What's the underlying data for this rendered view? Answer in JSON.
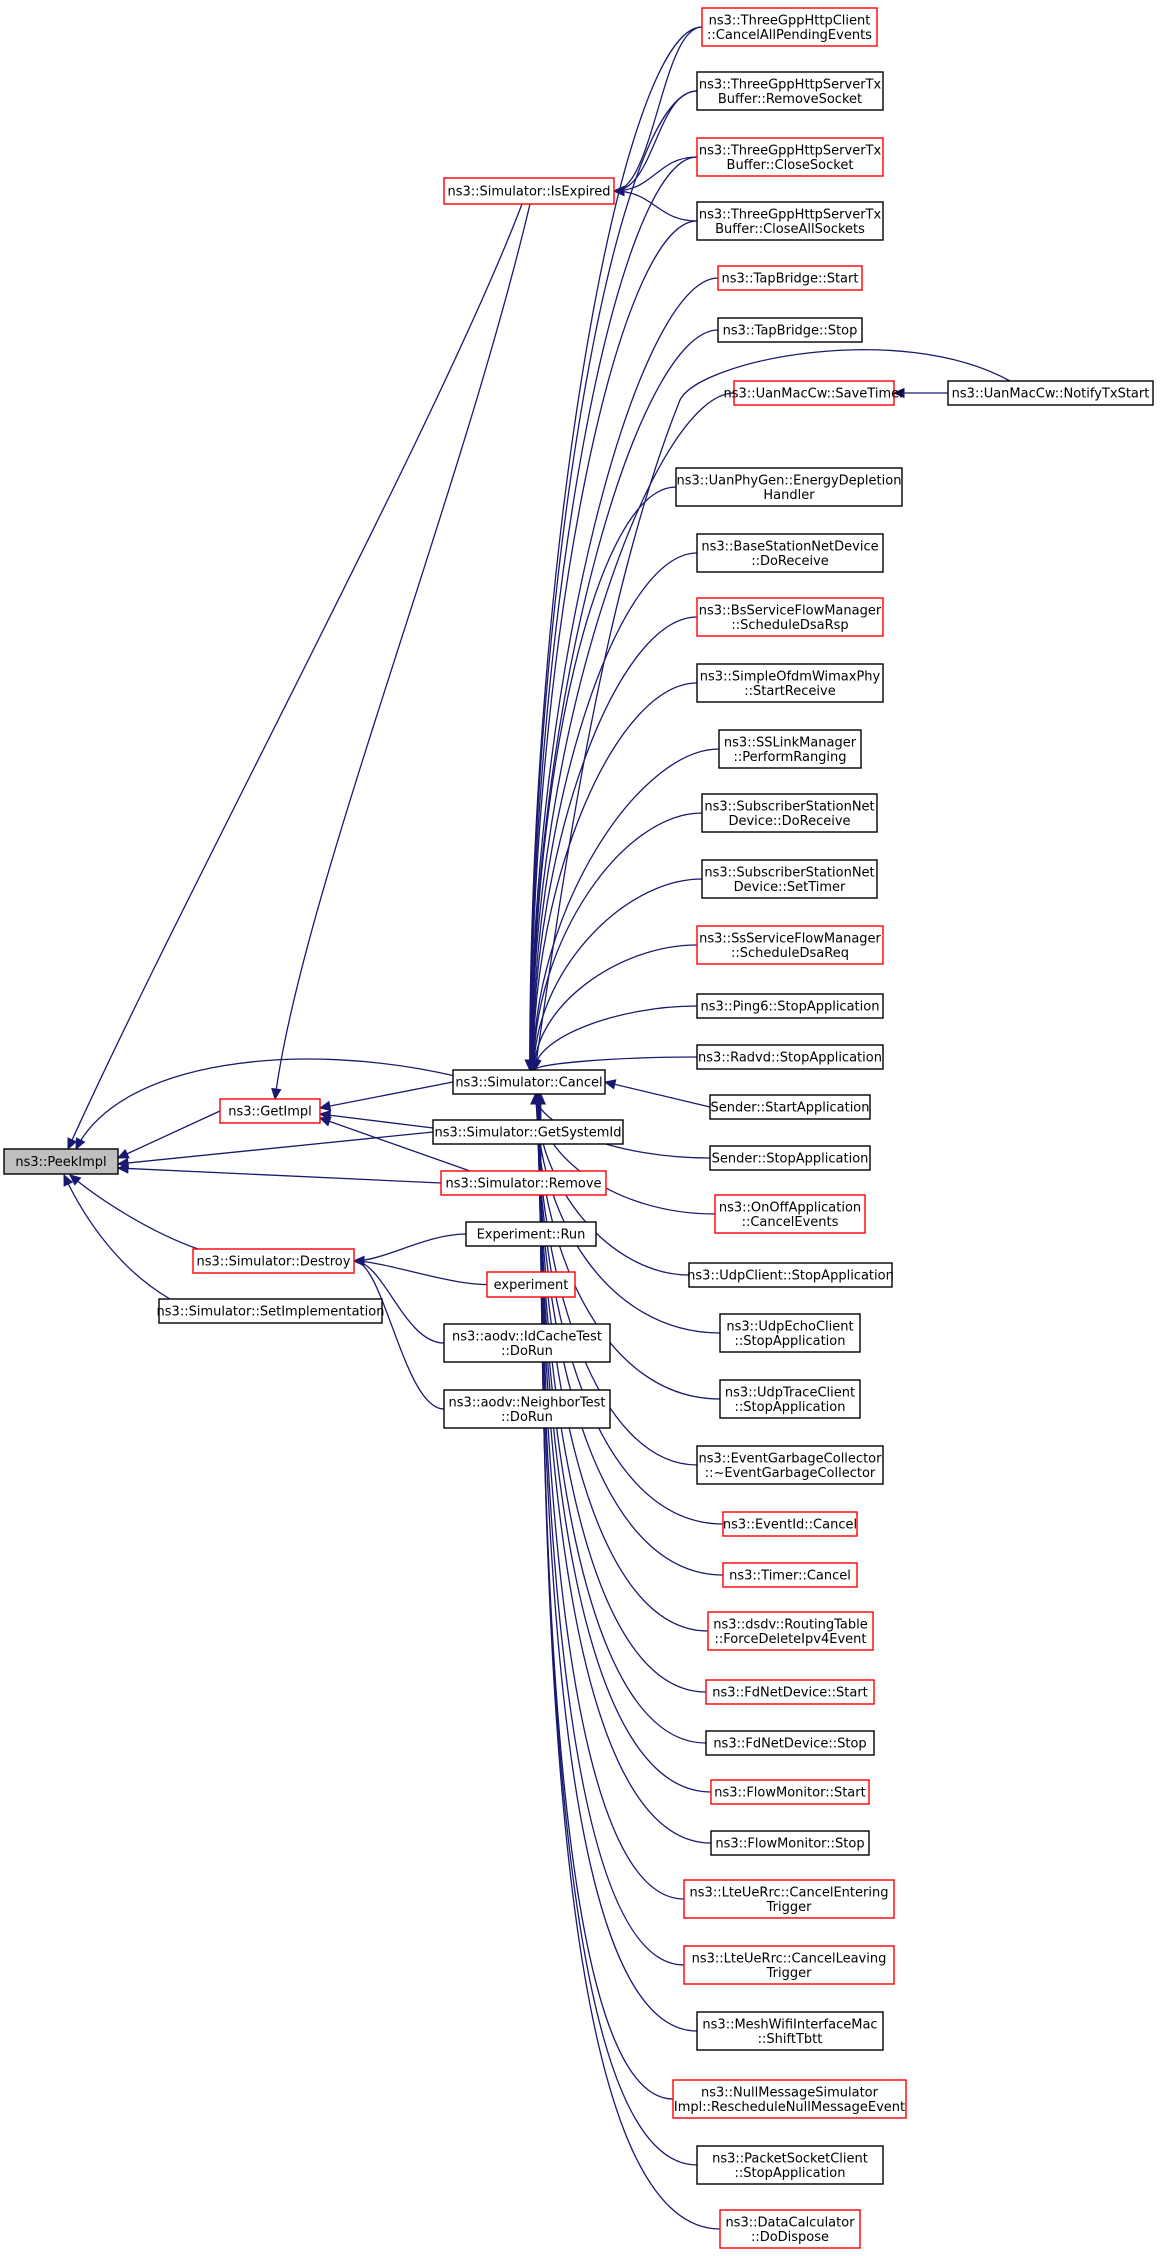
{
  "diagram": {
    "edge_color": "#191970",
    "node_border_black": "#000000",
    "node_border_red": "#ff0000",
    "root_fill": "#bfbfbf",
    "nodes": [
      {
        "id": "peekimpl",
        "lines": [
          "ns3::PeekImpl"
        ],
        "border": "root"
      },
      {
        "id": "getimpl",
        "lines": [
          "ns3::GetImpl"
        ],
        "border": "red"
      },
      {
        "id": "destroy",
        "lines": [
          "ns3::Simulator::Destroy"
        ],
        "border": "red"
      },
      {
        "id": "setimpl",
        "lines": [
          "ns3::Simulator::SetImplementation"
        ],
        "border": "black"
      },
      {
        "id": "isexpired",
        "lines": [
          "ns3::Simulator::IsExpired"
        ],
        "border": "red"
      },
      {
        "id": "cancel",
        "lines": [
          "ns3::Simulator::Cancel"
        ],
        "border": "black"
      },
      {
        "id": "getsystemid",
        "lines": [
          "ns3::Simulator::GetSystemId"
        ],
        "border": "black"
      },
      {
        "id": "remove",
        "lines": [
          "ns3::Simulator::Remove"
        ],
        "border": "red"
      },
      {
        "id": "exprun",
        "lines": [
          "Experiment::Run"
        ],
        "border": "black"
      },
      {
        "id": "experiment",
        "lines": [
          "experiment"
        ],
        "border": "red"
      },
      {
        "id": "idcache",
        "lines": [
          "ns3::aodv::IdCacheTest",
          "::DoRun"
        ],
        "border": "black"
      },
      {
        "id": "neighbor",
        "lines": [
          "ns3::aodv::NeighborTest",
          "::DoRun"
        ],
        "border": "black"
      },
      {
        "id": "httpclient",
        "lines": [
          "ns3::ThreeGppHttpClient",
          "::CancelAllPendingEvents"
        ],
        "border": "red"
      },
      {
        "id": "removesocket",
        "lines": [
          "ns3::ThreeGppHttpServerTx",
          "Buffer::RemoveSocket"
        ],
        "border": "black"
      },
      {
        "id": "closesocket",
        "lines": [
          "ns3::ThreeGppHttpServerTx",
          "Buffer::CloseSocket"
        ],
        "border": "red"
      },
      {
        "id": "closeall",
        "lines": [
          "ns3::ThreeGppHttpServerTx",
          "Buffer::CloseAllSockets"
        ],
        "border": "black"
      },
      {
        "id": "tapstart",
        "lines": [
          "ns3::TapBridge::Start"
        ],
        "border": "red"
      },
      {
        "id": "tapstop",
        "lines": [
          "ns3::TapBridge::Stop"
        ],
        "border": "black"
      },
      {
        "id": "savetimer",
        "lines": [
          "ns3::UanMacCw::SaveTimer"
        ],
        "border": "red"
      },
      {
        "id": "notifytx",
        "lines": [
          "ns3::UanMacCw::NotifyTxStart"
        ],
        "border": "black"
      },
      {
        "id": "uanphy",
        "lines": [
          "ns3::UanPhyGen::EnergyDepletion",
          "Handler"
        ],
        "border": "black"
      },
      {
        "id": "bsnet",
        "lines": [
          "ns3::BaseStationNetDevice",
          "::DoReceive"
        ],
        "border": "black"
      },
      {
        "id": "bsflow",
        "lines": [
          "ns3::BsServiceFlowManager",
          "::ScheduleDsaRsp"
        ],
        "border": "red"
      },
      {
        "id": "ofdm",
        "lines": [
          "ns3::SimpleOfdmWimaxPhy",
          "::StartReceive"
        ],
        "border": "black"
      },
      {
        "id": "sslink",
        "lines": [
          "ns3::SSLinkManager",
          "::PerformRanging"
        ],
        "border": "black"
      },
      {
        "id": "ssnetrecv",
        "lines": [
          "ns3::SubscriberStationNet",
          "Device::DoReceive"
        ],
        "border": "black"
      },
      {
        "id": "ssnettimer",
        "lines": [
          "ns3::SubscriberStationNet",
          "Device::SetTimer"
        ],
        "border": "black"
      },
      {
        "id": "ssflow",
        "lines": [
          "ns3::SsServiceFlowManager",
          "::ScheduleDsaReq"
        ],
        "border": "red"
      },
      {
        "id": "ping6",
        "lines": [
          "ns3::Ping6::StopApplication"
        ],
        "border": "black"
      },
      {
        "id": "radvd",
        "lines": [
          "ns3::Radvd::StopApplication"
        ],
        "border": "black"
      },
      {
        "id": "senderstart",
        "lines": [
          "Sender::StartApplication"
        ],
        "border": "black"
      },
      {
        "id": "senderstop",
        "lines": [
          "Sender::StopApplication"
        ],
        "border": "black"
      },
      {
        "id": "onoff",
        "lines": [
          "ns3::OnOffApplication",
          "::CancelEvents"
        ],
        "border": "red"
      },
      {
        "id": "udpclient",
        "lines": [
          "ns3::UdpClient::StopApplication"
        ],
        "border": "black"
      },
      {
        "id": "udpecho",
        "lines": [
          "ns3::UdpEchoClient",
          "::StopApplication"
        ],
        "border": "black"
      },
      {
        "id": "udptrace",
        "lines": [
          "ns3::UdpTraceClient",
          "::StopApplication"
        ],
        "border": "black"
      },
      {
        "id": "garbage",
        "lines": [
          "ns3::EventGarbageCollector",
          "::~EventGarbageCollector"
        ],
        "border": "black"
      },
      {
        "id": "eventid",
        "lines": [
          "ns3::EventId::Cancel"
        ],
        "border": "red"
      },
      {
        "id": "timer",
        "lines": [
          "ns3::Timer::Cancel"
        ],
        "border": "red"
      },
      {
        "id": "dsdv",
        "lines": [
          "ns3::dsdv::RoutingTable",
          "::ForceDeleteIpv4Event"
        ],
        "border": "red"
      },
      {
        "id": "fdstart",
        "lines": [
          "ns3::FdNetDevice::Start"
        ],
        "border": "red"
      },
      {
        "id": "fdstop",
        "lines": [
          "ns3::FdNetDevice::Stop"
        ],
        "border": "black"
      },
      {
        "id": "flowstart",
        "lines": [
          "ns3::FlowMonitor::Start"
        ],
        "border": "red"
      },
      {
        "id": "flowstop",
        "lines": [
          "ns3::FlowMonitor::Stop"
        ],
        "border": "black"
      },
      {
        "id": "lteenter",
        "lines": [
          "ns3::LteUeRrc::CancelEntering",
          "Trigger"
        ],
        "border": "red"
      },
      {
        "id": "lteleave",
        "lines": [
          "ns3::LteUeRrc::CancelLeaving",
          "Trigger"
        ],
        "border": "red"
      },
      {
        "id": "meshwifi",
        "lines": [
          "ns3::MeshWifiInterfaceMac",
          "::ShiftTbtt"
        ],
        "border": "black"
      },
      {
        "id": "nullmsg",
        "lines": [
          "ns3::NullMessageSimulator",
          "Impl::RescheduleNullMessageEvent"
        ],
        "border": "red"
      },
      {
        "id": "packetsock",
        "lines": [
          "ns3::PacketSocketClient",
          "::StopApplication"
        ],
        "border": "black"
      },
      {
        "id": "datacalc",
        "lines": [
          "ns3::DataCalculator",
          "::DoDispose"
        ],
        "border": "red"
      }
    ],
    "edges": [
      [
        "getimpl",
        "peekimpl"
      ],
      [
        "destroy",
        "peekimpl"
      ],
      [
        "setimpl",
        "peekimpl"
      ],
      [
        "isexpired",
        "peekimpl"
      ],
      [
        "cancel",
        "peekimpl"
      ],
      [
        "getsystemid",
        "peekimpl"
      ],
      [
        "remove",
        "peekimpl"
      ],
      [
        "isexpired",
        "getimpl"
      ],
      [
        "cancel",
        "getimpl"
      ],
      [
        "getsystemid",
        "getimpl"
      ],
      [
        "remove",
        "getimpl"
      ],
      [
        "exprun",
        "destroy"
      ],
      [
        "experiment",
        "destroy"
      ],
      [
        "idcache",
        "destroy"
      ],
      [
        "neighbor",
        "destroy"
      ],
      [
        "httpclient",
        "isexpired"
      ],
      [
        "removesocket",
        "isexpired"
      ],
      [
        "closesocket",
        "isexpired"
      ],
      [
        "closeall",
        "isexpired"
      ],
      [
        "httpclient",
        "cancel"
      ],
      [
        "removesocket",
        "cancel"
      ],
      [
        "closesocket",
        "cancel"
      ],
      [
        "closeall",
        "cancel"
      ],
      [
        "tapstart",
        "cancel"
      ],
      [
        "tapstop",
        "cancel"
      ],
      [
        "notifytx",
        "cancel"
      ],
      [
        "savetimer",
        "cancel"
      ],
      [
        "uanphy",
        "cancel"
      ],
      [
        "bsnet",
        "cancel"
      ],
      [
        "bsflow",
        "cancel"
      ],
      [
        "ofdm",
        "cancel"
      ],
      [
        "sslink",
        "cancel"
      ],
      [
        "ssnetrecv",
        "cancel"
      ],
      [
        "ssnettimer",
        "cancel"
      ],
      [
        "ssflow",
        "cancel"
      ],
      [
        "ping6",
        "cancel"
      ],
      [
        "radvd",
        "cancel"
      ],
      [
        "senderstart",
        "cancel"
      ],
      [
        "senderstop",
        "cancel"
      ],
      [
        "onoff",
        "cancel"
      ],
      [
        "udpclient",
        "cancel"
      ],
      [
        "udpecho",
        "cancel"
      ],
      [
        "udptrace",
        "cancel"
      ],
      [
        "garbage",
        "cancel"
      ],
      [
        "eventid",
        "cancel"
      ],
      [
        "timer",
        "cancel"
      ],
      [
        "dsdv",
        "cancel"
      ],
      [
        "fdstart",
        "cancel"
      ],
      [
        "fdstop",
        "cancel"
      ],
      [
        "flowstart",
        "cancel"
      ],
      [
        "flowstop",
        "cancel"
      ],
      [
        "lteenter",
        "cancel"
      ],
      [
        "lteleave",
        "cancel"
      ],
      [
        "meshwifi",
        "cancel"
      ],
      [
        "nullmsg",
        "cancel"
      ],
      [
        "packetsock",
        "cancel"
      ],
      [
        "datacalc",
        "cancel"
      ],
      [
        "notifytx",
        "savetimer"
      ]
    ]
  }
}
